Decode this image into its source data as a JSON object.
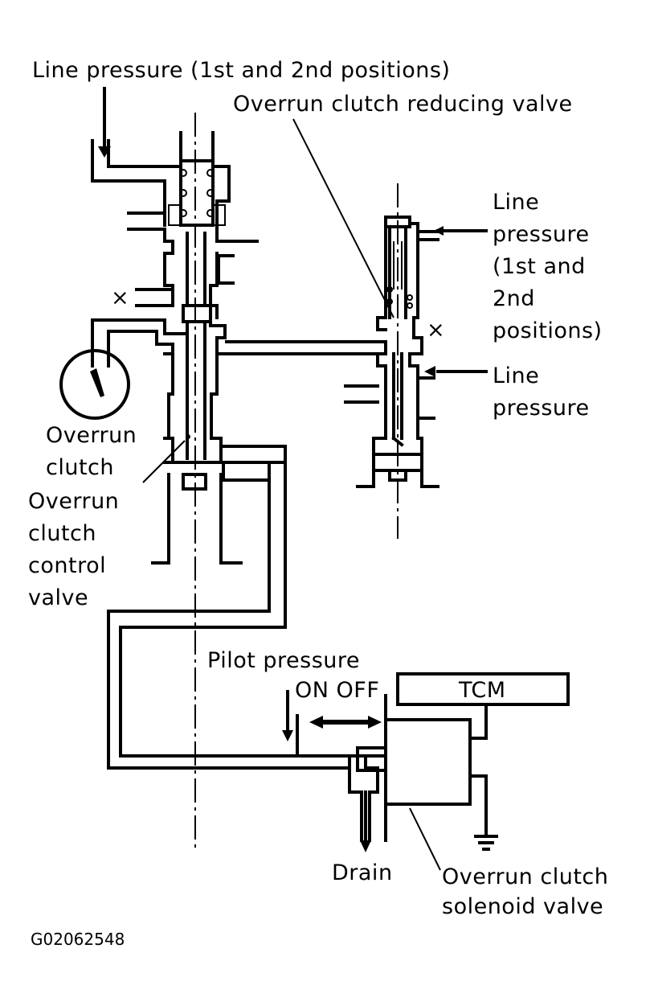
{
  "labels": {
    "line_pressure_top": "Line pressure (1st and 2nd positions)",
    "reducing_valve": "Overrun clutch reducing valve",
    "line_pressure_right_1": "Line\npressure\n(1st and\n2nd\npositions)",
    "line_pressure_right_2": "Line\npressure",
    "overrun_clutch": "Overrun\nclutch",
    "control_valve": "Overrun\nclutch\ncontrol\nvalve",
    "pilot_pressure": "Pilot pressure",
    "on_off": "ON OFF",
    "tcm": "TCM",
    "drain": "Drain",
    "solenoid_valve": "Overrun clutch\nsolenoid valve",
    "figure_code": "G02062548",
    "x_mark_left": "×",
    "x_mark_right": "×"
  }
}
